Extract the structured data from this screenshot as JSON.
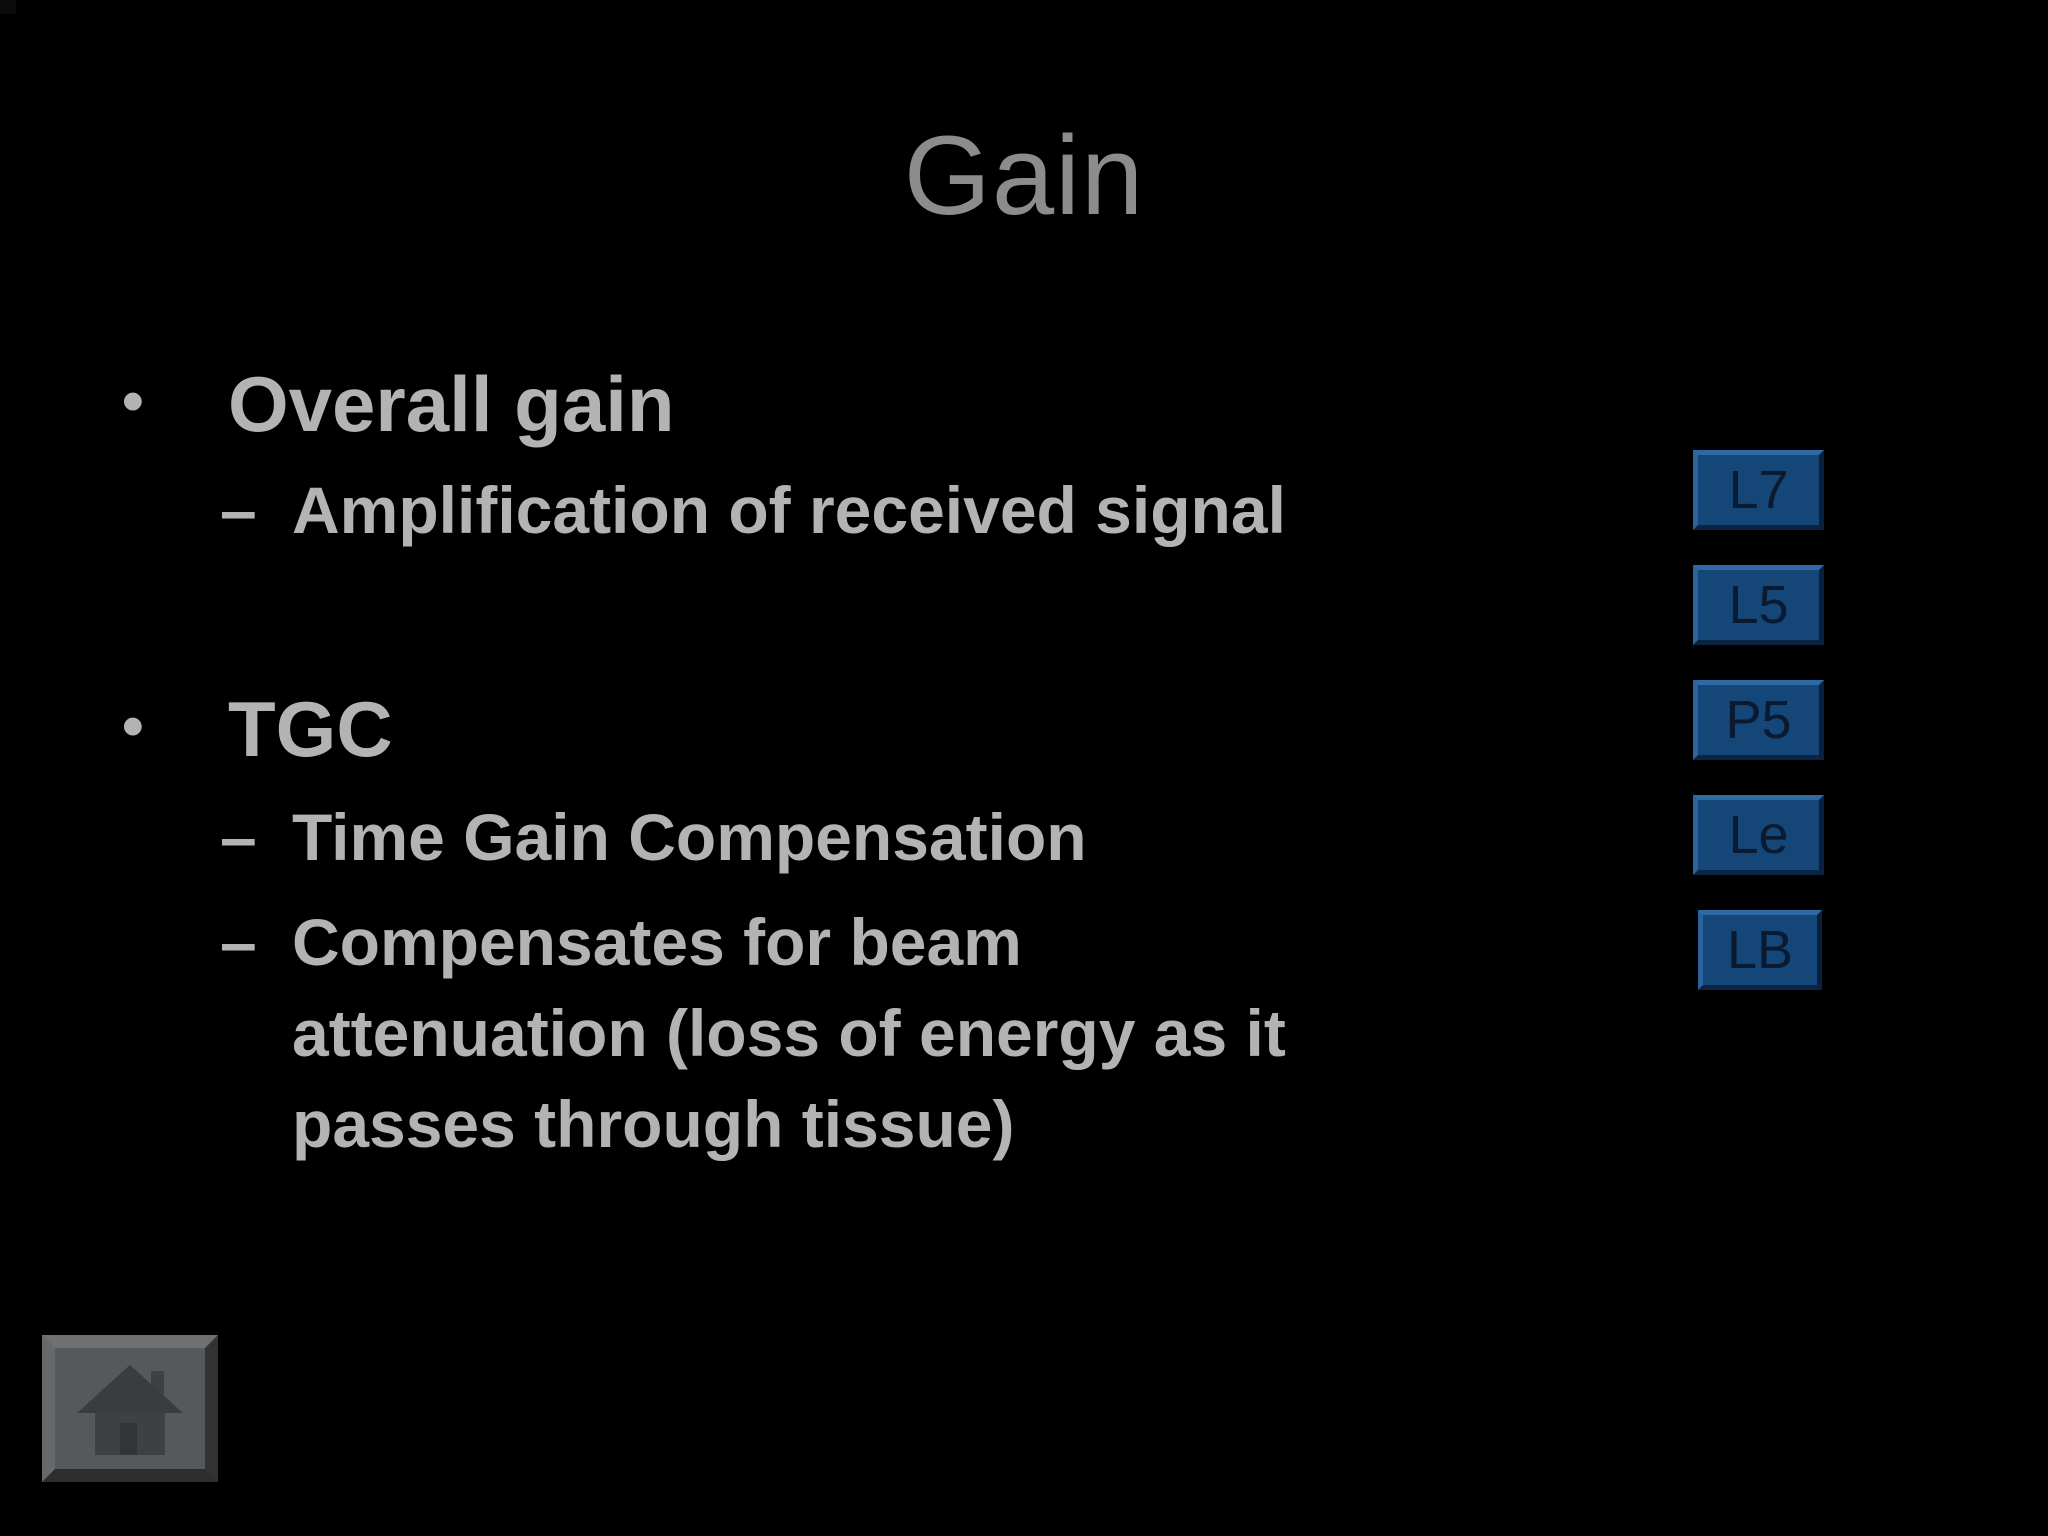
{
  "slide": {
    "title": "Gain",
    "bullets": [
      {
        "level": 1,
        "marker": "•",
        "text": "Overall gain"
      },
      {
        "level": 2,
        "marker": "–",
        "text": "Amplification of received signal"
      },
      {
        "level": 1,
        "marker": "•",
        "text": "TGC"
      },
      {
        "level": 2,
        "marker": "–",
        "text": "Time Gain Compensation"
      },
      {
        "level": 2,
        "marker": "–",
        "text": "Compensates for beam\nattenuation (loss of energy as it\npasses through tissue)"
      }
    ]
  },
  "nav_buttons": [
    {
      "label": "L7"
    },
    {
      "label": "L5"
    },
    {
      "label": "P5"
    },
    {
      "label": "Le"
    },
    {
      "label": "LB"
    }
  ],
  "home_button": {
    "icon": "home-icon"
  },
  "colors": {
    "background": "#000000",
    "title_text": "#8c8c8c",
    "body_text": "#b3b3b3",
    "nav_button_fill": "#154678",
    "nav_button_bevel_light": "#2e6aa6",
    "nav_button_bevel_dark": "#0a2443",
    "nav_button_text": "#0a1a30",
    "home_button_fill": "#57585a",
    "home_icon": "#3e4043"
  }
}
